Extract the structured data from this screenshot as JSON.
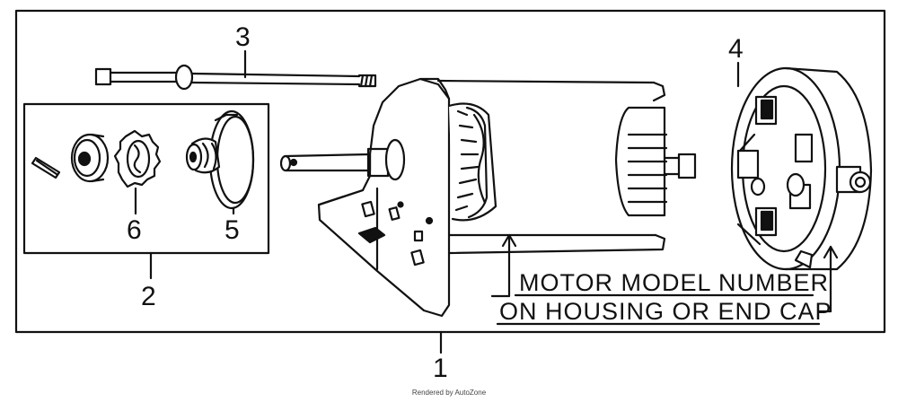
{
  "diagram": {
    "callouts": [
      {
        "id": "1",
        "label": "1"
      },
      {
        "id": "2",
        "label": "2"
      },
      {
        "id": "3",
        "label": "3"
      },
      {
        "id": "4",
        "label": "4"
      },
      {
        "id": "5",
        "label": "5"
      },
      {
        "id": "6",
        "label": "6"
      }
    ],
    "note": {
      "line1": "MOTOR MODEL NUMBER",
      "line2": "ON HOUSING OR END CAP"
    },
    "footer": "Rendered by AutoZone"
  }
}
